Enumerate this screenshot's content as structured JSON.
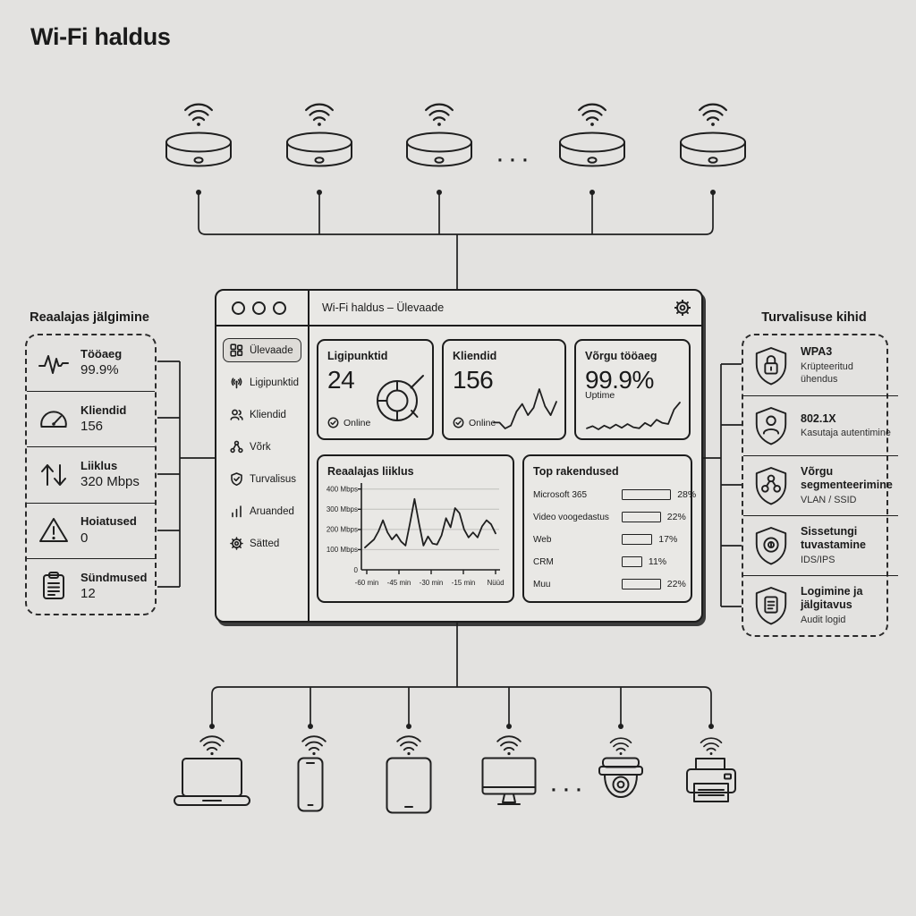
{
  "page": {
    "title": "Wi-Fi haldus"
  },
  "top": {
    "ellipsis": "···"
  },
  "bottom": {
    "ellipsis": "···"
  },
  "monitor_panel": {
    "title": "Reaalajas jälgimine",
    "items": [
      {
        "icon": "pulse-icon",
        "label": "Tööaeg",
        "value": "99.9%"
      },
      {
        "icon": "gauge-icon",
        "label": "Kliendid",
        "value": "156"
      },
      {
        "icon": "traffic-arrows-icon",
        "label": "Liiklus",
        "value": "320 Mbps"
      },
      {
        "icon": "alert-triangle-icon",
        "label": "Hoiatused",
        "value": "0"
      },
      {
        "icon": "clipboard-icon",
        "label": "Sündmused",
        "value": "12"
      }
    ]
  },
  "security_panel": {
    "title": "Turvalisuse kihid",
    "items": [
      {
        "icon": "shield-lock-icon",
        "title": "WPA3",
        "subtitle": "Krüpteeritud ühendus"
      },
      {
        "icon": "shield-user-icon",
        "title": "802.1X",
        "subtitle": "Kasutaja autentimine"
      },
      {
        "icon": "shield-network-icon",
        "title": "Võrgu segmenteerimine",
        "subtitle": "VLAN / SSID"
      },
      {
        "icon": "shield-intrusion-icon",
        "title": "Sissetungi tuvastamine",
        "subtitle": "IDS/IPS"
      },
      {
        "icon": "shield-log-icon",
        "title": "Logimine ja jälgitavus",
        "subtitle": "Audit logid"
      }
    ]
  },
  "window": {
    "title": "Wi-Fi haldus – Ülevaade",
    "sidebar": {
      "items": [
        {
          "icon": "grid-icon",
          "label": "Ülevaade"
        },
        {
          "icon": "antenna-icon",
          "label": "Ligipunktid"
        },
        {
          "icon": "users-icon",
          "label": "Kliendid"
        },
        {
          "icon": "network-icon",
          "label": "Võrk"
        },
        {
          "icon": "shield-check-icon",
          "label": "Turvalisus"
        },
        {
          "icon": "bar-chart-icon",
          "label": "Aruanded"
        },
        {
          "icon": "gear-icon",
          "label": "Sätted"
        }
      ]
    },
    "stat_cards": [
      {
        "title": "Ligipunktid",
        "value": "24",
        "status": "Online"
      },
      {
        "title": "Kliendid",
        "value": "156",
        "status": "Online"
      },
      {
        "title": "Võrgu tööaeg",
        "value": "99.9%",
        "caption": "Uptime"
      }
    ]
  },
  "chart_data": [
    {
      "type": "line",
      "title": "Reaalajas liiklus",
      "ylabel": "Mbps",
      "y_ticks": [
        "400 Mbps",
        "300 Mbps",
        "200 Mbps",
        "100 Mbps",
        "0"
      ],
      "x_ticks": [
        "-60 min",
        "-45 min",
        "-30 min",
        "-15 min",
        "Nüüd"
      ],
      "ylim": [
        0,
        420
      ],
      "grid": true,
      "values": [
        110,
        130,
        150,
        190,
        245,
        185,
        150,
        175,
        140,
        120,
        230,
        350,
        230,
        120,
        165,
        130,
        125,
        170,
        255,
        210,
        305,
        280,
        200,
        160,
        185,
        160,
        215,
        245,
        225,
        180
      ]
    },
    {
      "type": "bar",
      "title": "Top rakendused",
      "unit": "%",
      "categories": [
        "Microsoft 365",
        "Video voogedastus",
        "Web",
        "CRM",
        "Muu"
      ],
      "values": [
        28,
        22,
        17,
        11,
        22
      ],
      "value_labels": [
        "28%",
        "22%",
        "17%",
        "11%",
        "22%"
      ]
    },
    {
      "type": "line",
      "title": "Kliendid trend",
      "values": [
        30,
        30,
        22,
        26,
        45,
        55,
        40,
        50,
        75,
        52,
        40,
        58
      ]
    },
    {
      "type": "line",
      "title": "Uptime trend",
      "values": [
        20,
        24,
        18,
        25,
        20,
        27,
        21,
        28,
        22,
        20,
        30,
        24,
        36,
        30,
        28,
        55,
        68
      ]
    }
  ]
}
